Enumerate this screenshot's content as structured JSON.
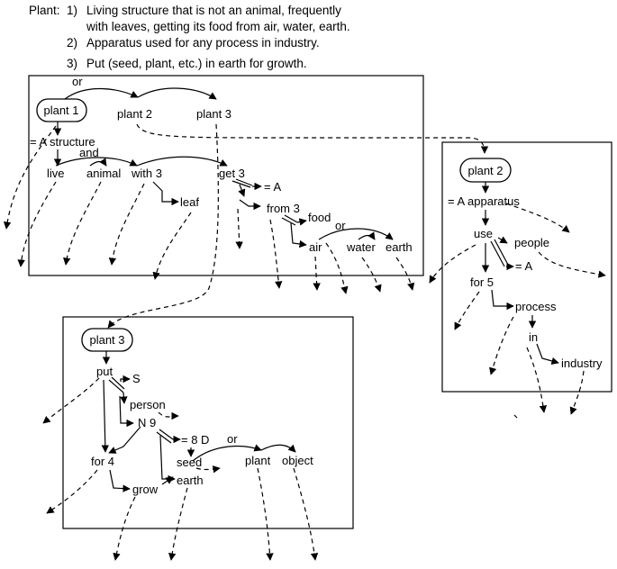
{
  "definition": {
    "head": "Plant:",
    "senses": [
      {
        "num": "1)",
        "lines": [
          "Living structure that is not an animal, frequently",
          "with leaves, getting its food from air, water, earth."
        ]
      },
      {
        "num": "2)",
        "lines": [
          "Apparatus used for any process in industry."
        ]
      },
      {
        "num": "3)",
        "lines": [
          "Put (seed, plant, etc.) in earth for growth."
        ]
      }
    ]
  },
  "box1": {
    "head": "plant 1",
    "labels": {
      "or": "or",
      "plant2": "plant 2",
      "plant3": "plant 3",
      "structure": "= A structure",
      "and": "and",
      "live": "live",
      "animal": "animal",
      "with3": "with 3",
      "leaf": "leaf",
      "get3": "get 3",
      "eqA": "= A",
      "from3": "from 3",
      "food": "food",
      "or2": "or",
      "air": "air",
      "water": "water",
      "earth": "earth"
    }
  },
  "box2": {
    "head": "plant 2",
    "labels": {
      "apparatus": "= A apparatus",
      "use": "use",
      "people": "people",
      "eqA": "= A",
      "for5": "for 5",
      "process": "process",
      "in": "in",
      "industry": "industry"
    }
  },
  "box3": {
    "head": "plant 3",
    "labels": {
      "put": "put",
      "S": "S",
      "person": "person",
      "N9": "N 9",
      "eq8D": "= 8 D",
      "or": "or",
      "seed": "seed",
      "plant": "plant",
      "object": "object",
      "for4": "for 4",
      "grow": "grow",
      "earth": "earth"
    }
  }
}
